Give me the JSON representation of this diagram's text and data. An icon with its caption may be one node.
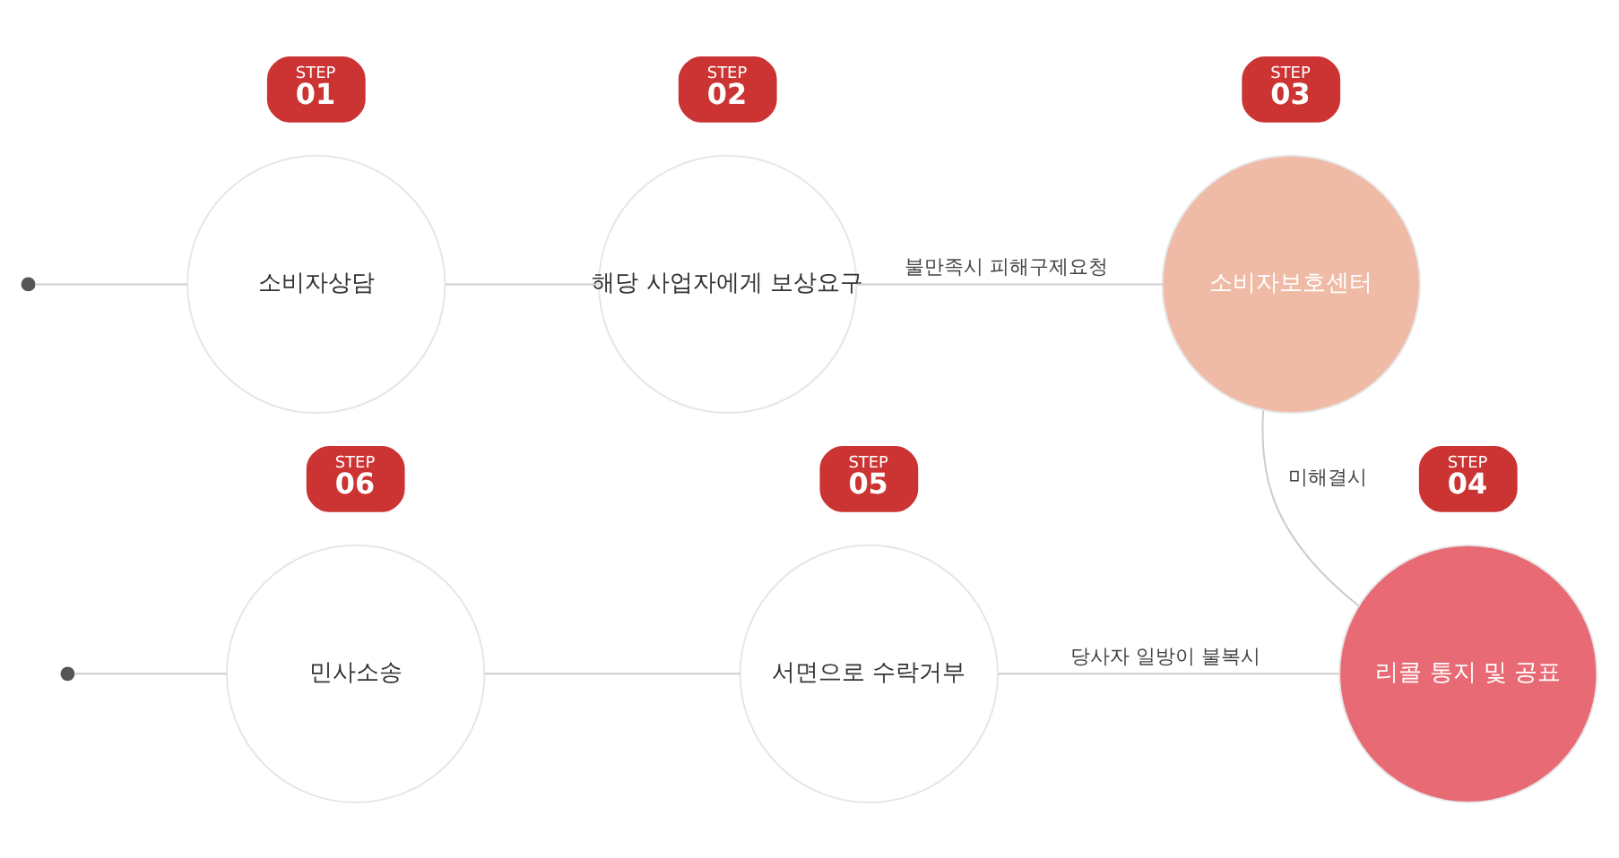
{
  "diagram": {
    "nodes": [
      {
        "text": [],
        "shape": "circle"
      },
      {
        "text": [
          "소비자상담"
        ]
      },
      {
        "text": [
          "STEP",
          "01"
        ]
      },
      {
        "text": [
          "해당 사업자에게 보상요구"
        ]
      },
      {
        "text": [
          "STEP",
          "02"
        ]
      },
      {
        "text": [
          "소비자보호센터"
        ]
      },
      {
        "text": [
          "STEP",
          "03"
        ]
      },
      {
        "text": [],
        "shape": "circle"
      },
      {
        "text": [
          "민사소송"
        ]
      },
      {
        "text": [
          "STEP",
          "06"
        ]
      },
      {
        "text": [
          "서면으로 수락거부"
        ]
      },
      {
        "text": [
          "STEP",
          "05"
        ]
      },
      {
        "text": [
          "리콜 통지 및 공표"
        ]
      },
      {
        "text": [
          "STEP",
          "04"
        ]
      }
    ],
    "edges": [
      {
        "from": 0,
        "to": 1,
        "arrow": "none"
      },
      {
        "from": 1,
        "to": 3,
        "arrow": "none"
      },
      {
        "from": 3,
        "to": 5,
        "arrow": "none",
        "label": "불만족시 피해구제요청"
      },
      {
        "from": 5,
        "to": 12,
        "arrow": "none",
        "label": "미해결시"
      },
      {
        "from": 7,
        "to": 8,
        "arrow": "none"
      },
      {
        "from": 8,
        "to": 10,
        "arrow": "none"
      },
      {
        "from": 10,
        "to": 12,
        "arrow": "none",
        "label": "당사자 일방이 불복시"
      }
    ]
  }
}
